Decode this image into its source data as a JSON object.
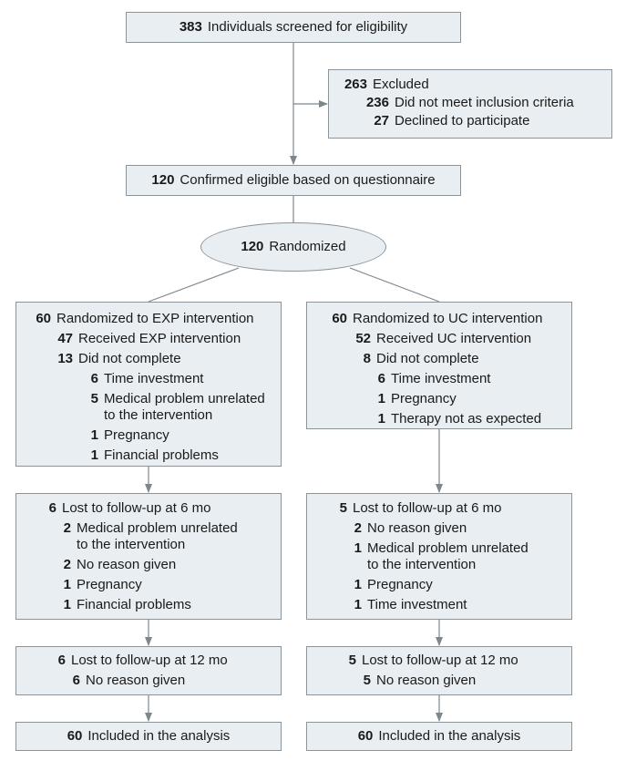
{
  "screened": {
    "n": "383",
    "text": "Individuals screened for eligibility"
  },
  "excluded": {
    "n": "263",
    "text": "Excluded",
    "items": [
      {
        "n": "236",
        "text": "Did not meet inclusion criteria"
      },
      {
        "n": "27",
        "text": "Declined to participate"
      }
    ]
  },
  "eligible": {
    "n": "120",
    "text": "Confirmed eligible based on questionnaire"
  },
  "randomized": {
    "n": "120",
    "text": "Randomized"
  },
  "exp": {
    "allocation": {
      "n": "60",
      "text": "Randomized to EXP intervention",
      "received": {
        "n": "47",
        "text": "Received EXP intervention"
      },
      "not_complete": {
        "n": "13",
        "text": "Did not complete"
      },
      "reasons": [
        {
          "n": "6",
          "text": "Time investment"
        },
        {
          "n": "5",
          "text": "Medical problem unrelated",
          "text2": "to the intervention"
        },
        {
          "n": "1",
          "text": "Pregnancy"
        },
        {
          "n": "1",
          "text": "Financial problems"
        }
      ]
    },
    "lost6": {
      "n": "6",
      "text": "Lost to follow-up at 6 mo",
      "reasons": [
        {
          "n": "2",
          "text": "Medical problem unrelated",
          "text2": "to the intervention"
        },
        {
          "n": "2",
          "text": "No reason given"
        },
        {
          "n": "1",
          "text": "Pregnancy"
        },
        {
          "n": "1",
          "text": "Financial problems"
        }
      ]
    },
    "lost12": {
      "n": "6",
      "text": "Lost to follow-up at 12 mo",
      "reasons": [
        {
          "n": "6",
          "text": "No reason given"
        }
      ]
    },
    "analysis": {
      "n": "60",
      "text": "Included in the analysis"
    }
  },
  "uc": {
    "allocation": {
      "n": "60",
      "text": "Randomized to UC intervention",
      "received": {
        "n": "52",
        "text": "Received UC intervention"
      },
      "not_complete": {
        "n": "8",
        "text": "Did not complete"
      },
      "reasons": [
        {
          "n": "6",
          "text": "Time investment"
        },
        {
          "n": "1",
          "text": "Pregnancy"
        },
        {
          "n": "1",
          "text": "Therapy not as expected"
        }
      ]
    },
    "lost6": {
      "n": "5",
      "text": "Lost to follow-up at 6 mo",
      "reasons": [
        {
          "n": "2",
          "text": "No reason given"
        },
        {
          "n": "1",
          "text": "Medical problem unrelated",
          "text2": "to the intervention"
        },
        {
          "n": "1",
          "text": "Pregnancy"
        },
        {
          "n": "1",
          "text": "Time investment"
        }
      ]
    },
    "lost12": {
      "n": "5",
      "text": "Lost to follow-up at 12 mo",
      "reasons": [
        {
          "n": "5",
          "text": "No reason given"
        }
      ]
    },
    "analysis": {
      "n": "60",
      "text": "Included in the analysis"
    }
  },
  "colors": {
    "box_fill": "#e8eef2",
    "box_border": "#8a9499",
    "connector": "#7d878c"
  }
}
